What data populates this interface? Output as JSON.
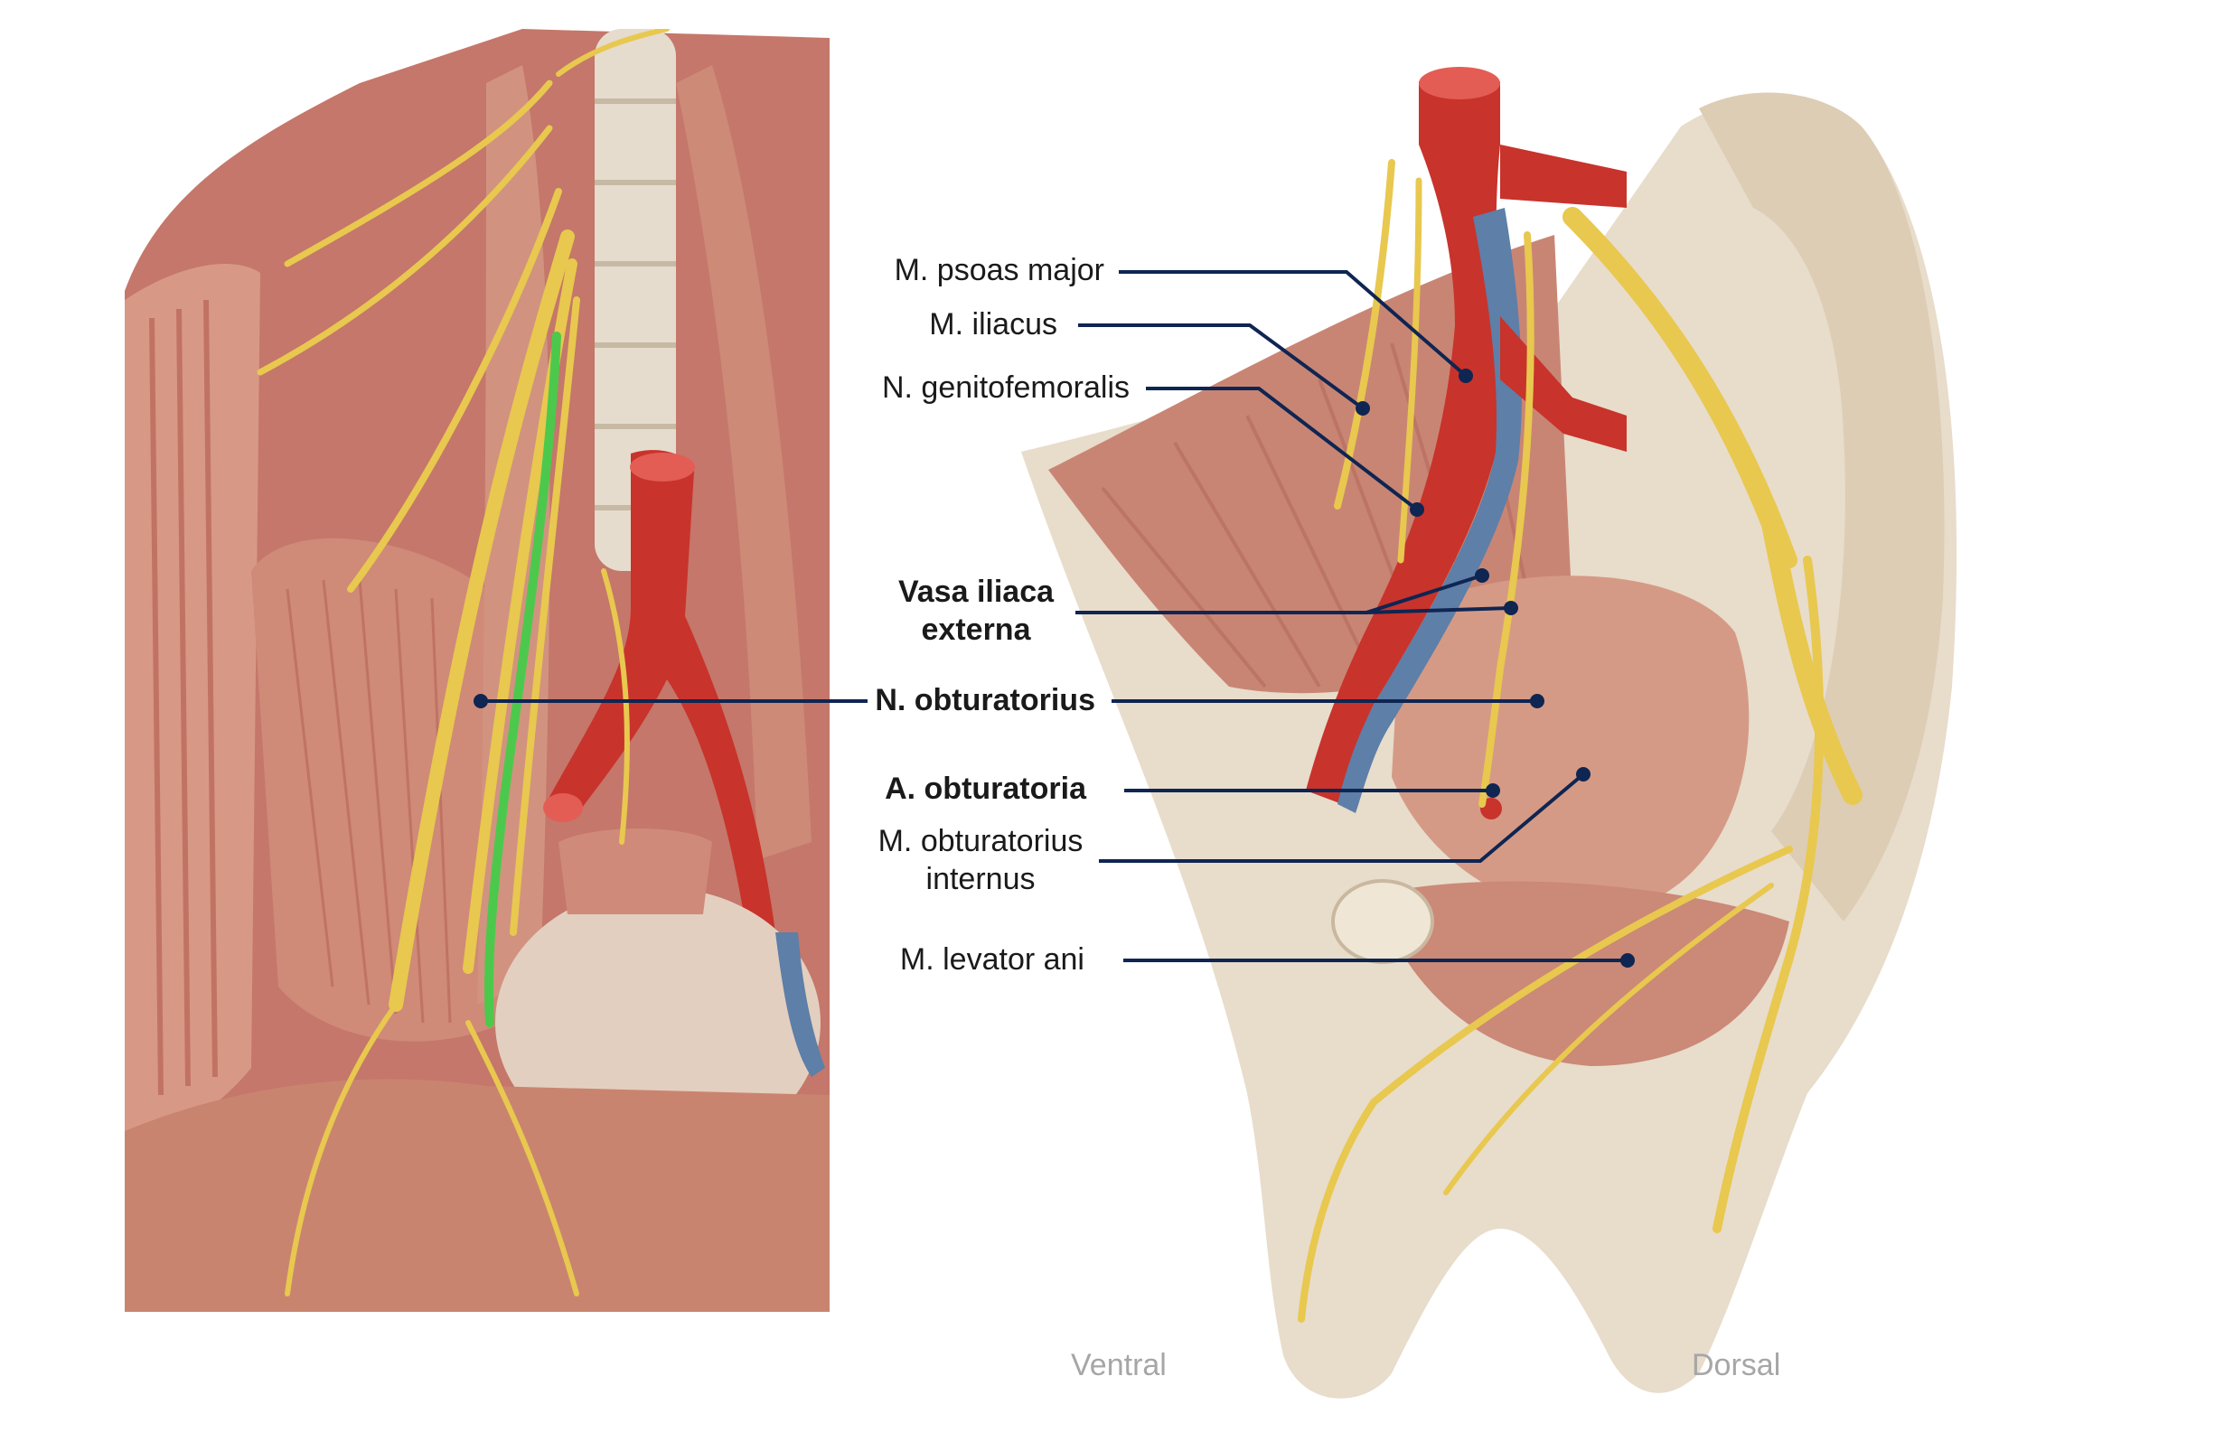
{
  "colors": {
    "muscle": "#c9806f",
    "muscle_dark": "#a8584a",
    "bone": "#e6dac8",
    "nerve": "#e8c84e",
    "artery": "#c8332c",
    "vein": "#5d7fa8",
    "highlight_nerve": "#4cc94c",
    "leader_line": "#0f2552"
  },
  "labels": {
    "psoas": "M. psoas major",
    "iliacus": "M. iliacus",
    "genitofemoralis": "N. genitofemoralis",
    "vasa_line1": "Vasa iliaca",
    "vasa_line2": "externa",
    "obturatorius_nerve": "N. obturatorius",
    "obturatoria_artery": "A. obturatoria",
    "obturatorius_internus_line1": "M. obturatorius",
    "obturatorius_internus_line2": "internus",
    "levator": "M. levator ani"
  },
  "orientation": {
    "ventral": "Ventral",
    "dorsal": "Dorsal"
  }
}
